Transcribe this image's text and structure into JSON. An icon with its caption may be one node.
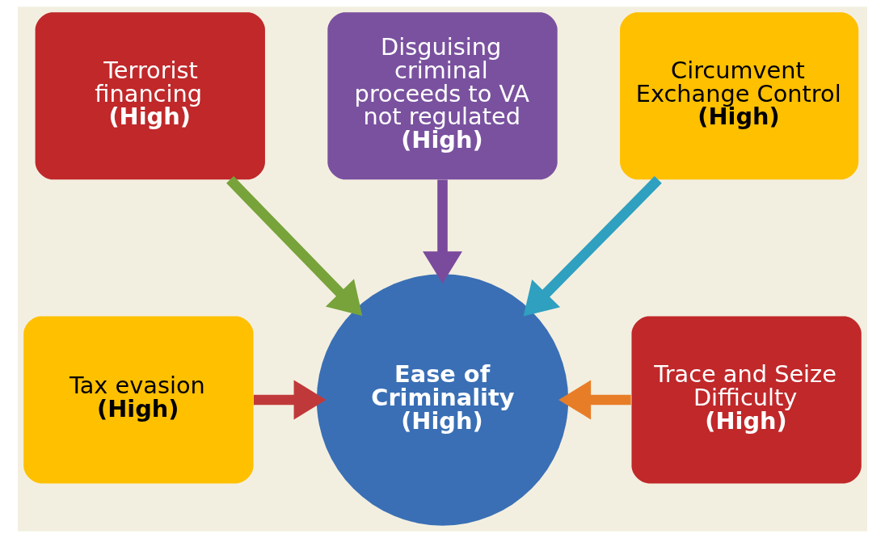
{
  "diagram": {
    "nodes": [
      {
        "text": [
          "Disguising criminal proceeds to VA not regulated",
          "(High)"
        ]
      },
      {
        "text": [
          "Terrorist financing",
          "(High)"
        ]
      },
      {
        "text": [
          "Circumvent Exchange Control",
          "(High)"
        ]
      },
      {
        "text": [
          "Tax evasion",
          "(High)"
        ]
      },
      {
        "text": [
          "Ease of Criminality",
          "(High)"
        ]
      },
      {
        "text": [
          "Trace and Seize Difficulty",
          "(High)"
        ]
      }
    ],
    "edges": [
      {
        "from": 1,
        "to": 4,
        "arrow": "to",
        "color": "#77a33a"
      },
      {
        "from": 0,
        "to": 4,
        "arrow": "to",
        "color": "#7a4a9c"
      },
      {
        "from": 2,
        "to": 4,
        "arrow": "to",
        "color": "#2fa0c0"
      },
      {
        "from": 3,
        "to": 4,
        "arrow": "to",
        "color": "#c0393a"
      },
      {
        "from": 5,
        "to": 4,
        "arrow": "to",
        "color": "#e87d27"
      }
    ]
  }
}
